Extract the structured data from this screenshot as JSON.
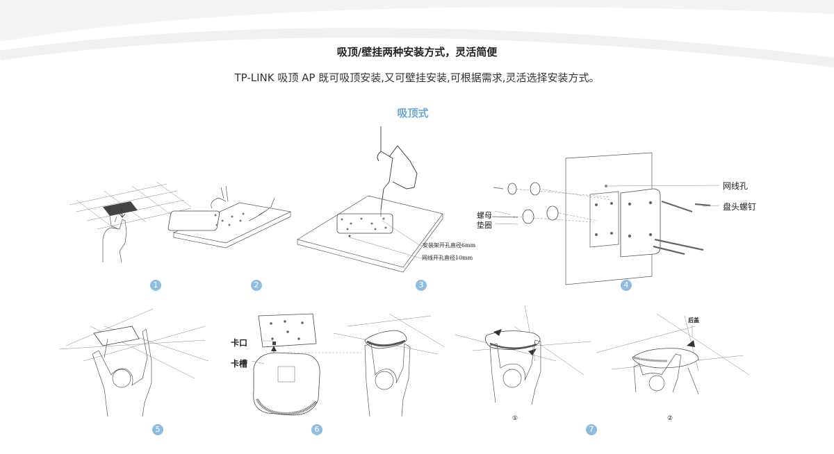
{
  "header": {
    "title": "吸顶/壁挂两种安装方式，灵活简便",
    "subtitle": "TP-LINK 吸顶 AP 既可吸顶安装,又可壁挂安装,可根据需求,灵活选择安装方式。"
  },
  "section": {
    "title": "吸顶式"
  },
  "steps": {
    "s1": "1",
    "s2": "2",
    "s3": "3",
    "s4": "4",
    "s5": "5",
    "s6": "6",
    "s7": "7"
  },
  "callouts": {
    "drill_hole": "安装架开孔直径6mm",
    "cable_hole": "网线开孔直径10mm",
    "nut": "螺母",
    "washer": "垫圈",
    "cable_port": "网线孔",
    "pan_screw": "盘头螺钉",
    "clip": "卡口",
    "slot": "卡槽",
    "back_cover": "后盖",
    "sub_1": "①",
    "sub_2": "②"
  }
}
